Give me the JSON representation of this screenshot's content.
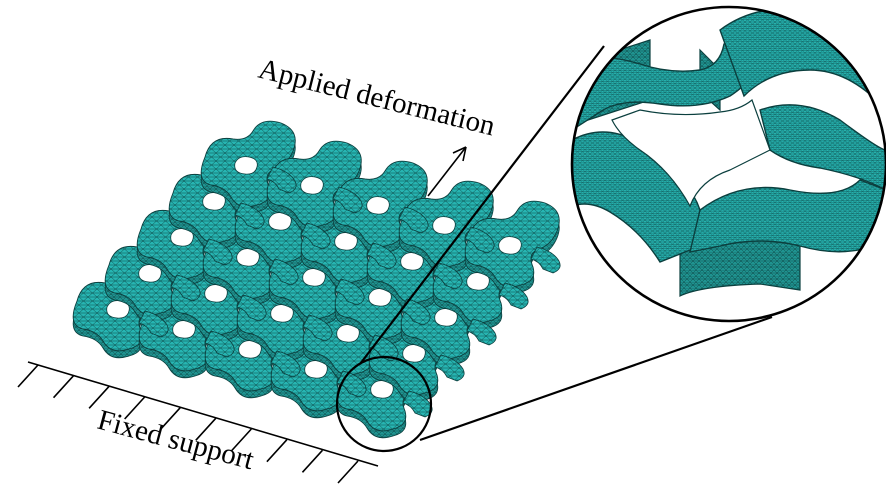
{
  "labels": {
    "applied_deformation": "Applied deformation",
    "fixed_support": "Fixed support"
  },
  "colors": {
    "mesh_fill": "#27b5b2",
    "mesh_side": "#1f9390",
    "mesh_line": "#0b3f3e",
    "outline": "#000000",
    "background": "#ffffff"
  },
  "structure": {
    "cell_rows": 5,
    "cell_cols": 5,
    "support_hatch_count": 10
  }
}
